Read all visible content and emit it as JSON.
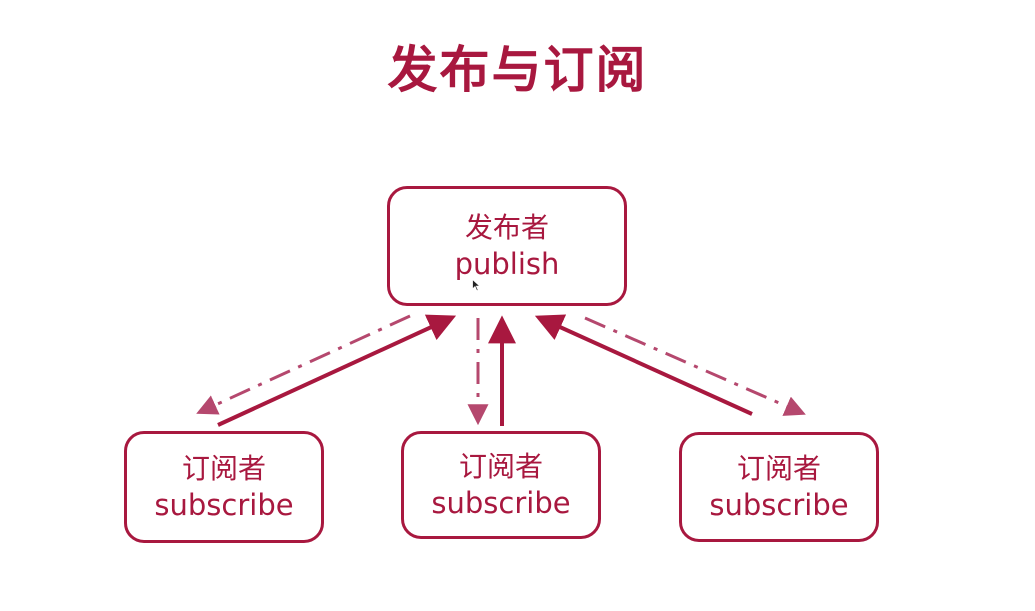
{
  "title": "发布与订阅",
  "colors": {
    "accent": "#a8183f",
    "accent_dashed": "#b5486e",
    "text": "#a8183f",
    "background": "#ffffff"
  },
  "publisher": {
    "label_zh": "发布者",
    "label_en": "publish"
  },
  "subscribers": [
    {
      "label_zh": "订阅者",
      "label_en": "subscribe"
    },
    {
      "label_zh": "订阅者",
      "label_en": "subscribe"
    },
    {
      "label_zh": "订阅者",
      "label_en": "subscribe"
    }
  ],
  "edges": [
    {
      "from": "subscribers.0",
      "to": "publisher",
      "style": "solid"
    },
    {
      "from": "publisher",
      "to": "subscribers.0",
      "style": "dash-dot"
    },
    {
      "from": "subscribers.1",
      "to": "publisher",
      "style": "solid"
    },
    {
      "from": "publisher",
      "to": "subscribers.1",
      "style": "dash-dot"
    },
    {
      "from": "subscribers.2",
      "to": "publisher",
      "style": "solid"
    },
    {
      "from": "publisher",
      "to": "subscribers.2",
      "style": "dash-dot"
    }
  ],
  "cursor_icon": "mouse-pointer-icon"
}
